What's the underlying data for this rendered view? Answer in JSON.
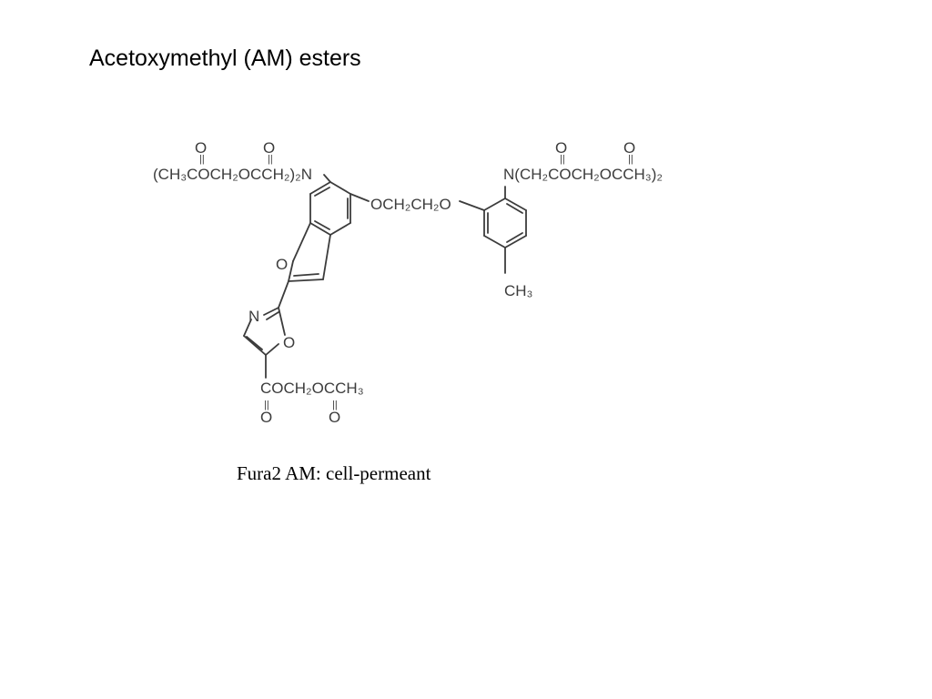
{
  "slide": {
    "title": "Acetoxymethyl (AM) esters",
    "caption": "Fura2 AM:  cell-permeant"
  },
  "structure": {
    "top_left_sub": "(CH₃COCH₂OCCH₂)₂N",
    "linker": "OCH₂CH₂O",
    "top_right_sub": "N(CH₂COCH₂OCCH₃)₂",
    "methyl": "CH₃",
    "ester": "COCH₂OCCH₃",
    "atoms": {
      "oxygen": "O",
      "nitrogen": "N"
    },
    "colors": {
      "bond": "#3c3c3c",
      "text": "#000000"
    }
  }
}
